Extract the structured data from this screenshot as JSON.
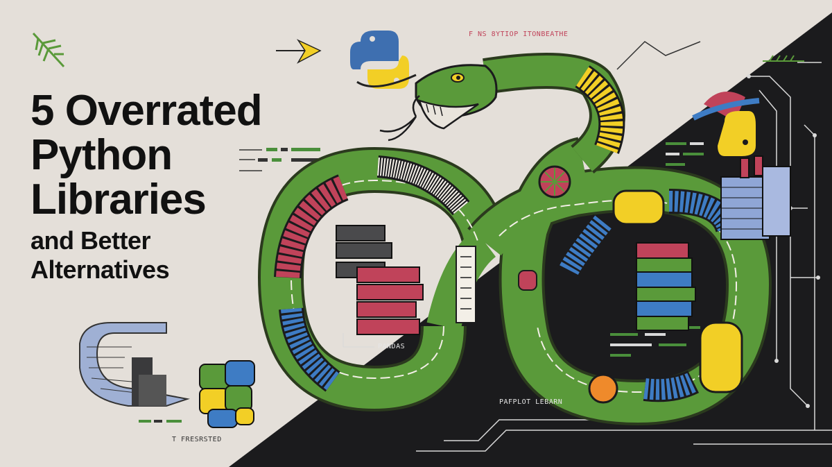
{
  "title": {
    "line1": "5 Overrated",
    "line2": "Python",
    "line3": "Libraries",
    "line4": "and Better",
    "line5": "Alternatives"
  },
  "labels": {
    "top_caption": "F NS 8YTIOP ITONBEATHE",
    "pandas": "PANDAS",
    "matplotlib": "PAFPLOT LEBARN",
    "bottom_left": "T FRESRSTED"
  },
  "colors": {
    "background_light": "#e4dfd9",
    "background_dark": "#1b1b1d",
    "snake_green": "#5a9a3a",
    "accent_red": "#c0435a",
    "accent_yellow": "#f2cf26",
    "accent_blue": "#3e7cc4"
  }
}
